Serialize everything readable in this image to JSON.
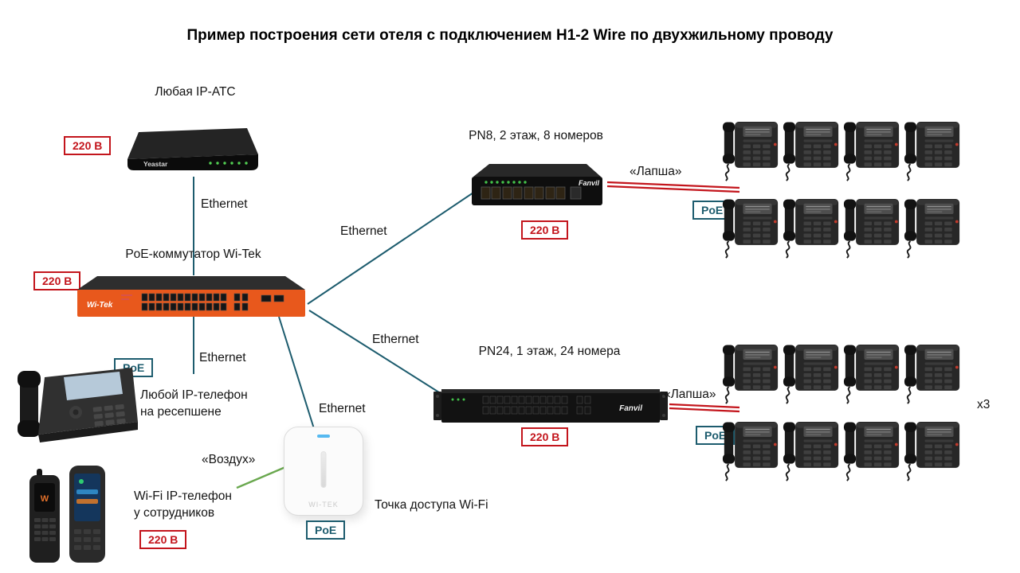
{
  "title": "Пример построения сети отеля с подключением H1-2 Wire по двухжильному проводу",
  "nodes": {
    "pbx": {
      "label": "Любая IP-АТС"
    },
    "core_switch": {
      "label": "PoE-коммутатор Wi-Tek"
    },
    "pn8": {
      "label": "PN8, 2 этаж, 8 номеров"
    },
    "pn24": {
      "label": "PN24, 1 этаж, 24 номера"
    },
    "reception_phone": {
      "label_line1": "Любой IP-телефон",
      "label_line2": "на ресепшене"
    },
    "wifi_phone": {
      "label_line1": "Wi-Fi IP-телефон",
      "label_line2": "у сотрудников"
    },
    "access_point": {
      "label": "Точка доступа Wi-Fi"
    },
    "phone_group_multiplier": "x3"
  },
  "links": {
    "ethernet": "Ethernet",
    "lapsha": "«Лапша»",
    "vozduh": "«Воздух»"
  },
  "badges": {
    "power": "220 В",
    "poe": "PoE"
  },
  "brands": {
    "pbx": "Yeastar",
    "core_switch": "Wi-Tek",
    "pn8": "Fanvil",
    "pn24": "Fanvil",
    "access_point": "WI-TEK"
  },
  "colors": {
    "wire": "#1d5c6e",
    "power_red": "#c3151c",
    "lapsha_red": "#c3151c",
    "air_green": "#6aa84f",
    "switch_orange": "#e8581c"
  }
}
